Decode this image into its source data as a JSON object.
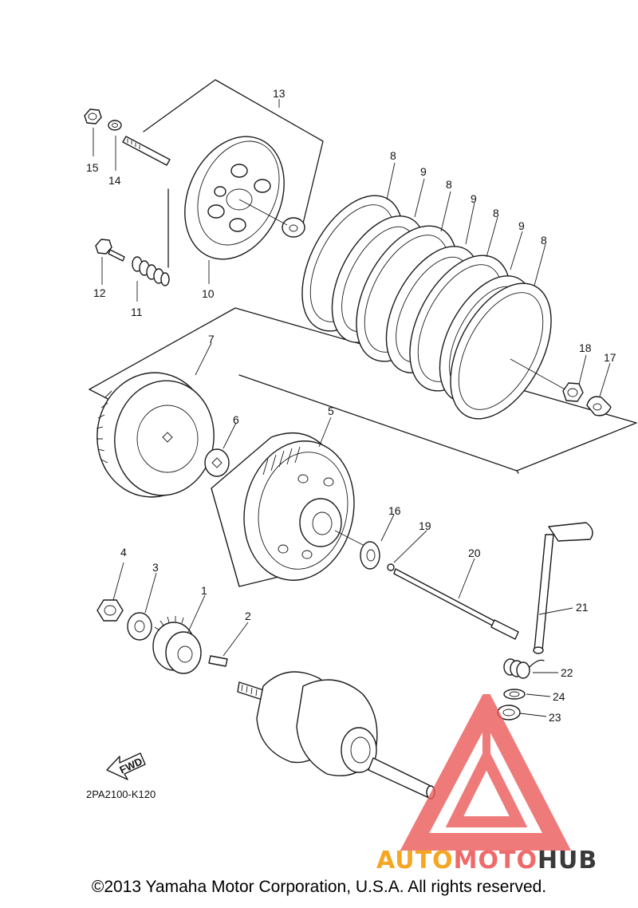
{
  "diagram": {
    "part_numbers": [
      "1",
      "2",
      "3",
      "4",
      "5",
      "6",
      "7",
      "8",
      "8",
      "8",
      "8",
      "9",
      "9",
      "9",
      "10",
      "11",
      "12",
      "13",
      "14",
      "15",
      "16",
      "17",
      "18",
      "19",
      "20",
      "21",
      "22",
      "23",
      "24"
    ],
    "drawing_code": "2PA2100-K120",
    "fwd_label": "FWD"
  },
  "footer": {
    "copyright": "©2013 Yamaha Motor Corporation, U.S.A. All rights reserved."
  },
  "watermark": {
    "part1": "AUTO",
    "part2": "MOTO",
    "part3": "HUB",
    "colors": {
      "auto": "#f5a623",
      "moto": "#ef6a6a",
      "hub": "#3a3a3a",
      "triangle": "#ec5a5a"
    }
  }
}
